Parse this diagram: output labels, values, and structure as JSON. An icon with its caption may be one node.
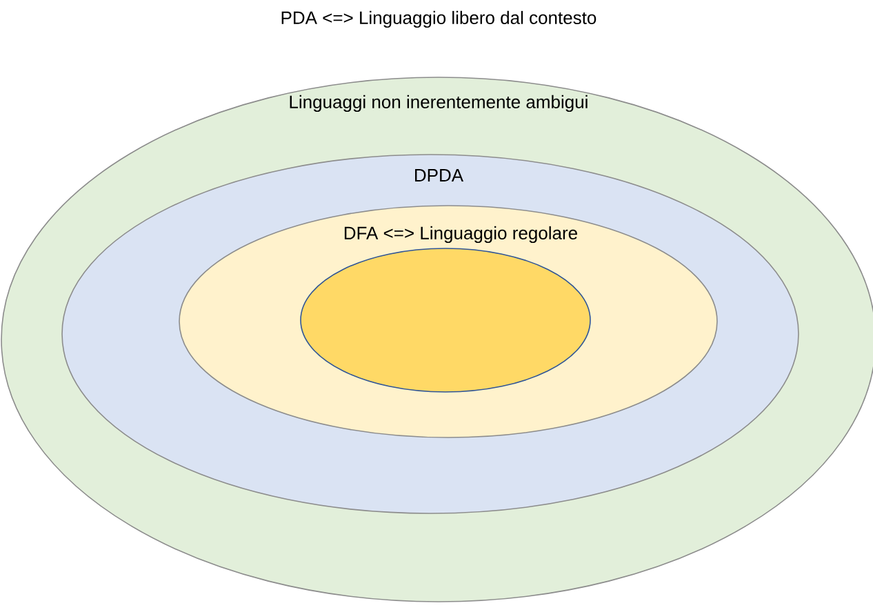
{
  "diagram": {
    "nodes": [
      {
        "text": [
          "PDA <=> Linguaggio libero dal contesto",
          "Linguaggi non inerentemente ambigui"
        ]
      },
      {
        "text": [
          "DPDA"
        ],
        "in": 0
      },
      {
        "text": [
          "DFA <=> Linguaggio regolare"
        ],
        "in": 1
      },
      {
        "text": [],
        "shape": "ellipse",
        "in": 2
      }
    ]
  }
}
